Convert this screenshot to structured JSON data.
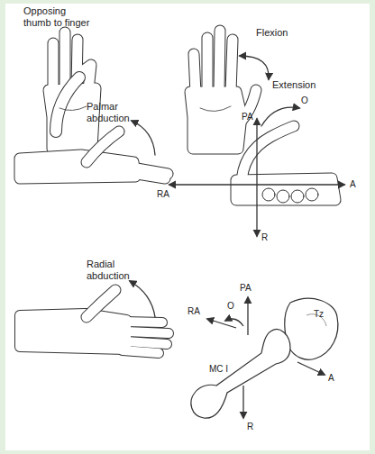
{
  "diagram": {
    "labels": [
      "Opposing thumb to finger",
      "Flexion",
      "Extension",
      "Palmar abduction",
      "PA",
      "O",
      "A",
      "RA",
      "R",
      "Radial abduction",
      "PA",
      "RA",
      "O",
      "Tz",
      "MC I",
      "A",
      "R"
    ]
  }
}
